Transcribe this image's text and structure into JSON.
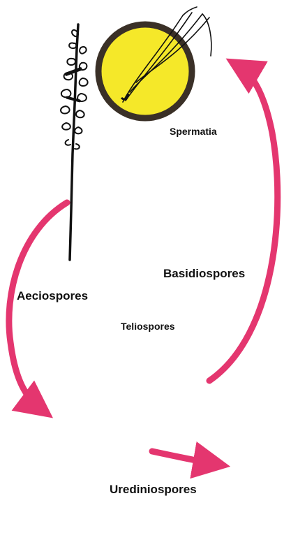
{
  "labels": {
    "spermatia": "Spermatia",
    "basidiospores": "Basidiospores",
    "aeciospores": "Aeciospores",
    "teliospores": "Teliospores",
    "urediniospores": "Urediniospores"
  },
  "colors": {
    "circle_fill": "#f5e829",
    "circle_ring": "#3a3027",
    "arrow": "#e4366f",
    "infection": "#d8642a",
    "ink": "#111111"
  }
}
